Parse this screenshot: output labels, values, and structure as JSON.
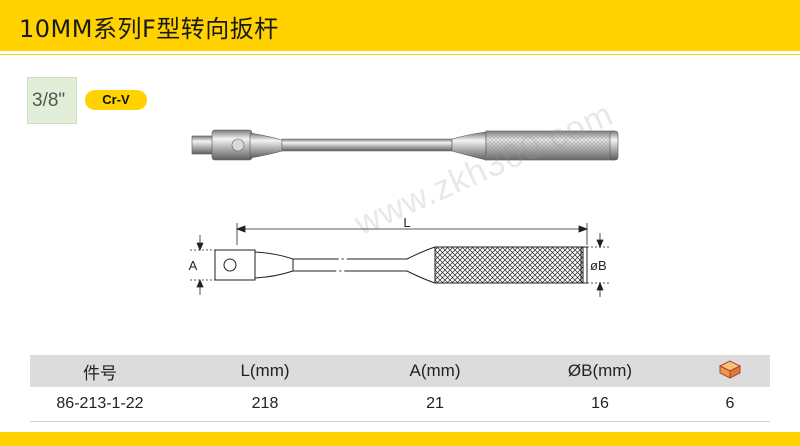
{
  "header": {
    "title": "10MM系列F型转向扳杆"
  },
  "product": {
    "drive_size": "3/8\"",
    "material": "Cr-V"
  },
  "diagram": {
    "label_length": "L",
    "label_a": "A",
    "label_b": "øB"
  },
  "watermark": "www.zkh360.com",
  "table": {
    "columns": [
      "件号",
      "L(mm)",
      "A(mm)",
      "ØB(mm)",
      "box-icon"
    ],
    "rows": [
      [
        "86-213-1-22",
        "218",
        "21",
        "16",
        "6"
      ]
    ]
  },
  "colors": {
    "brand_yellow": "#ffd200",
    "size_green": "#e3eed9",
    "table_header_gray": "#dcdcdc"
  },
  "icons": [
    "package-box-icon"
  ]
}
